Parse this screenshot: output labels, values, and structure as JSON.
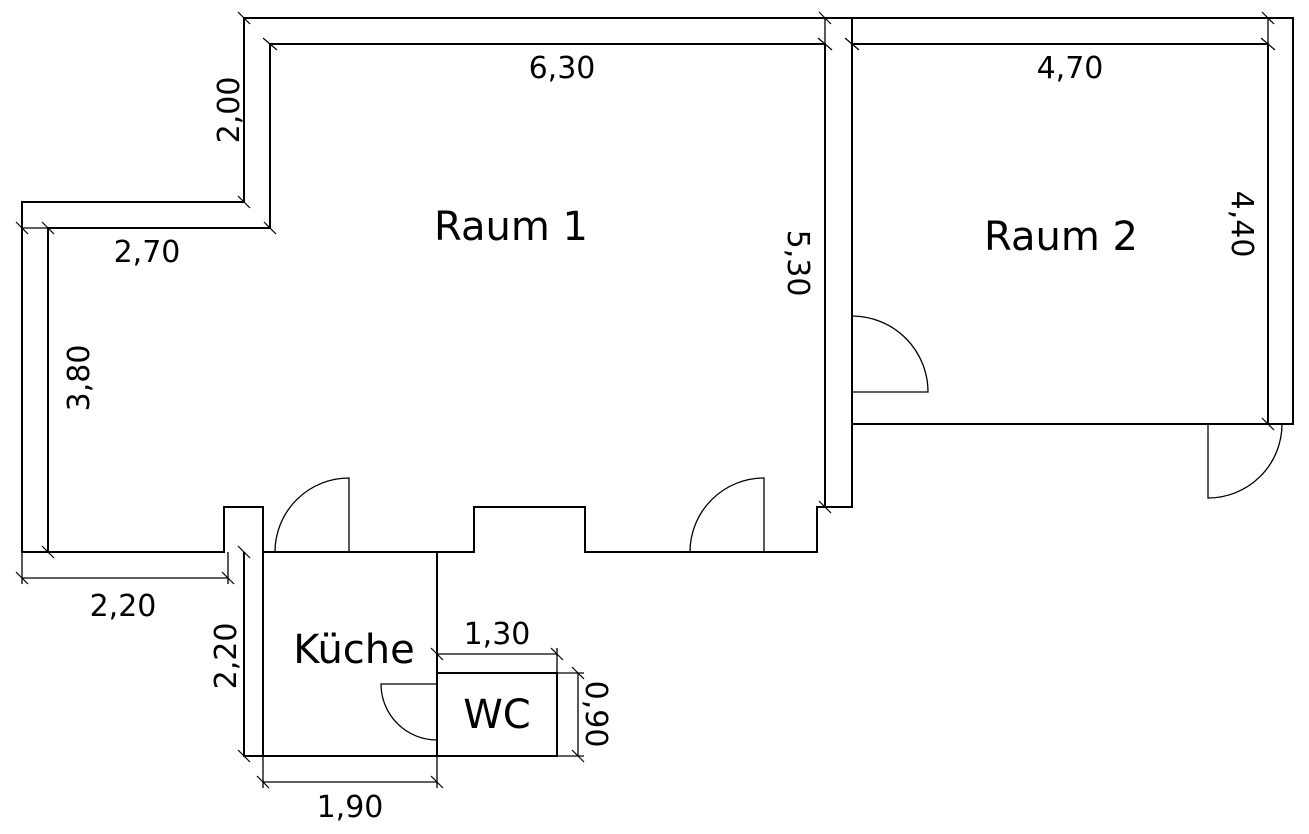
{
  "rooms": {
    "raum1": "Raum 1",
    "raum2": "Raum 2",
    "kueche": "Küche",
    "wc": "WC"
  },
  "dimensions": {
    "raum1_width": "6,30",
    "raum2_width": "4,70",
    "upper_left_height": "2,00",
    "left_wing_width": "2,70",
    "left_wing_height": "3,80",
    "raum1_height": "5,30",
    "raum2_height": "4,40",
    "bottom_left_width": "2,20",
    "kueche_height": "2,20",
    "kueche_width": "1,90",
    "wc_width": "1,30",
    "wc_height": "0,90"
  }
}
